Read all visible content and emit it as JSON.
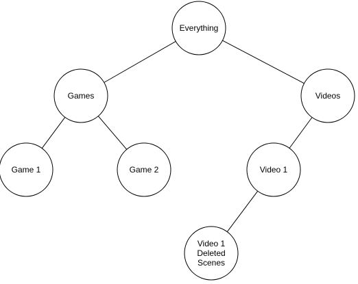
{
  "diagram": {
    "type": "tree",
    "nodes": [
      {
        "id": "everything",
        "label": [
          "Everything"
        ]
      },
      {
        "id": "games",
        "label": [
          "Games"
        ]
      },
      {
        "id": "videos",
        "label": [
          "Videos"
        ]
      },
      {
        "id": "game1",
        "label": [
          "Game 1"
        ]
      },
      {
        "id": "game2",
        "label": [
          "Game 2"
        ]
      },
      {
        "id": "video1",
        "label": [
          "Video 1"
        ]
      },
      {
        "id": "video1deleted",
        "label": [
          "Video 1",
          "Deleted",
          "Scenes"
        ]
      }
    ],
    "edges": [
      {
        "from": "everything",
        "to": "games"
      },
      {
        "from": "everything",
        "to": "videos"
      },
      {
        "from": "games",
        "to": "game1"
      },
      {
        "from": "games",
        "to": "game2"
      },
      {
        "from": "videos",
        "to": "video1"
      },
      {
        "from": "video1",
        "to": "video1deleted"
      }
    ]
  }
}
